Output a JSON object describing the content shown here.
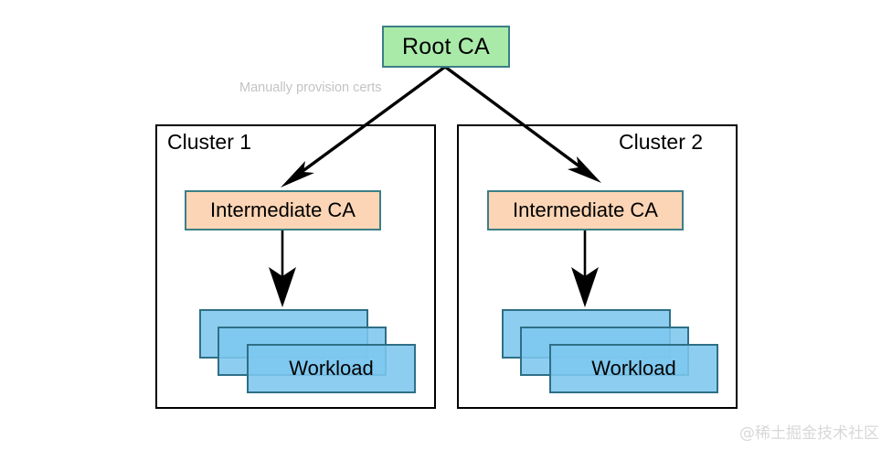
{
  "diagram": {
    "title": "Root CA",
    "annotation": "Manually provision certs",
    "watermark": "@稀土掘金技术社区",
    "colors": {
      "root_fill": "#a9eaa9",
      "root_border": "#3c7f86",
      "intermediate_fill": "#fbd5b5",
      "intermediate_border": "#3c7f86",
      "workload_fill": "#7dc7ee",
      "workload_border": "#2f6f86",
      "cluster_border": "#000000",
      "arrow": "#000000",
      "annotation_text": "#c3c3c3",
      "watermark_text": "#d8d8d8"
    },
    "root": {
      "label": "Root CA"
    },
    "clusters": [
      {
        "label": "Cluster 1",
        "intermediate_label": "Intermediate CA",
        "workload_label": "Workload",
        "workload_count": 3
      },
      {
        "label": "Cluster 2",
        "intermediate_label": "Intermediate CA",
        "workload_label": "Workload",
        "workload_count": 3
      }
    ]
  }
}
